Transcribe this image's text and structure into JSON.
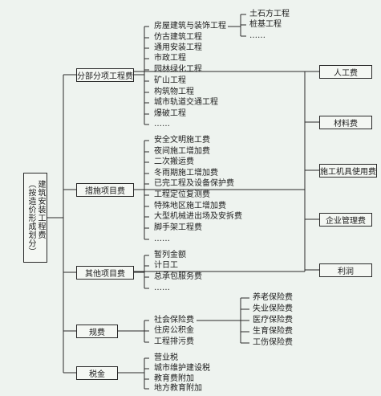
{
  "root": {
    "title": "建筑安装工程费",
    "note": "（按造价形成划分）"
  },
  "groups": [
    {
      "label": "分部分项工程费",
      "items": [
        "房屋建筑与装饰工程",
        "仿古建筑工程",
        "通用安装工程",
        "市政工程",
        "园林绿化工程",
        "矿山工程",
        "构筑物工程",
        "城市轨道交通工程",
        "爆破工程",
        "……"
      ],
      "sub_items": [
        "土石方工程",
        "桩基工程",
        "……"
      ]
    },
    {
      "label": "措施项目费",
      "items": [
        "安全文明施工费",
        "夜间施工增加费",
        "二次搬运费",
        "冬雨期施工增加费",
        "已完工程及设备保护费",
        "工程定位复测费",
        "特殊地区施工增加费",
        "大型机械进出场及安拆费",
        "脚手架工程费",
        "……"
      ]
    },
    {
      "label": "其他项目费",
      "items": [
        "暂列金额",
        "计日工",
        "总承包服务费",
        "……"
      ]
    },
    {
      "label": "规费",
      "items": [
        "社会保险费",
        "住房公积金",
        "工程排污费"
      ],
      "sub_items": [
        "养老保险费",
        "失业保险费",
        "医疗保险费",
        "生育保险费",
        "工伤保险费"
      ]
    },
    {
      "label": "税金",
      "items": [
        "营业税",
        "城市维护建设税",
        "教育费附加",
        "地方教育附加"
      ]
    }
  ],
  "components": [
    "人工费",
    "材料费",
    "施工机具使用费",
    "企业管理费",
    "利润"
  ],
  "colors": {
    "background": "#eef3ef",
    "line": "#2a2a2a",
    "box": "#f4f7f3"
  }
}
